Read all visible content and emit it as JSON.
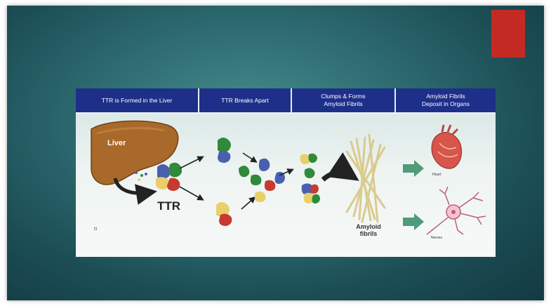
{
  "header": {
    "steps": [
      "TTR is Formed in the Liver",
      "TTR Breaks Apart",
      "Clumps & Forms\nAmyloid Fibrils",
      "Amyloid Fibrils\nDeposit in Organs"
    ]
  },
  "labels": {
    "liver": "Liver",
    "ttr": "TTR",
    "amyloid": "Amyloid fibrils",
    "heart": "Heart",
    "nerves": "Nerves"
  },
  "colors": {
    "background": "#2f6f74",
    "accent": "#c42a24",
    "header": "#1e2f8a",
    "liver": "#a9692a",
    "protein_green": "#2f8a3a",
    "protein_blue": "#4a5fb0",
    "protein_yellow": "#e9cf6a",
    "protein_red": "#c8392f"
  }
}
